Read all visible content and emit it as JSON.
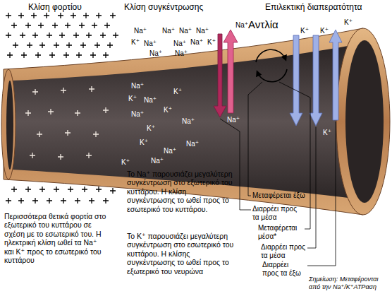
{
  "diagram": {
    "labels": [
      "Κλίση φορτίου",
      "Κλίση συγκέντρωσης",
      "Επιλεκτική διαπερατότητα",
      "Αντλία",
      "Na⁺",
      "Na⁺",
      "Na⁺",
      "Na⁺",
      "Na⁺",
      "K⁺",
      "Na⁺",
      "Na⁺",
      "Na⁺",
      "K⁺",
      "Na⁺",
      "Na⁺",
      "Na⁺",
      "K⁺",
      "Na⁺",
      "Na⁺",
      "K⁺",
      "K⁺",
      "K⁺",
      "Na⁺",
      "K⁺",
      "Na⁺",
      "K⁺",
      "Na⁺",
      "Na⁺",
      "Na⁺",
      "K⁺",
      "K⁺",
      "K⁺",
      "K⁺",
      "Περισσότερα θετικά φορτία στο εξωτερικό του κυττάρου σε σχέση με το εσωτερικό του. Η ηλεκτρική κλίση ωθεί τα Na⁺ και K⁺ προς το εσωτερικό του κυττάρου",
      "Το Na⁺ παρουσιάζει μεγαλύτερη συγκέντρωση στο εξωτερικό του κυττάρου. Η κλίση συγκέντρωσης το ωθεί προς το εσωτερικό του κυττάρου.",
      "Το K⁺ παρουσιάζει μεγαλύτερη συγκέντρωση στο εσωτερικό του κυττάρου. Η κλίσης συγκέντρωσης το ωθεί προς το εξωτερικό του νευρώνα",
      "Μεταφέρεται έξω",
      "Διαρρέει προς τα μέσα",
      "Μεταφέρεται μέσα*",
      "Διαρρέει προς τα μέσα",
      "Διαρρέει προς τα έξω",
      "Σημείωση: Μεταφέρονται από την Na⁺/K⁺ATPαση"
    ]
  }
}
